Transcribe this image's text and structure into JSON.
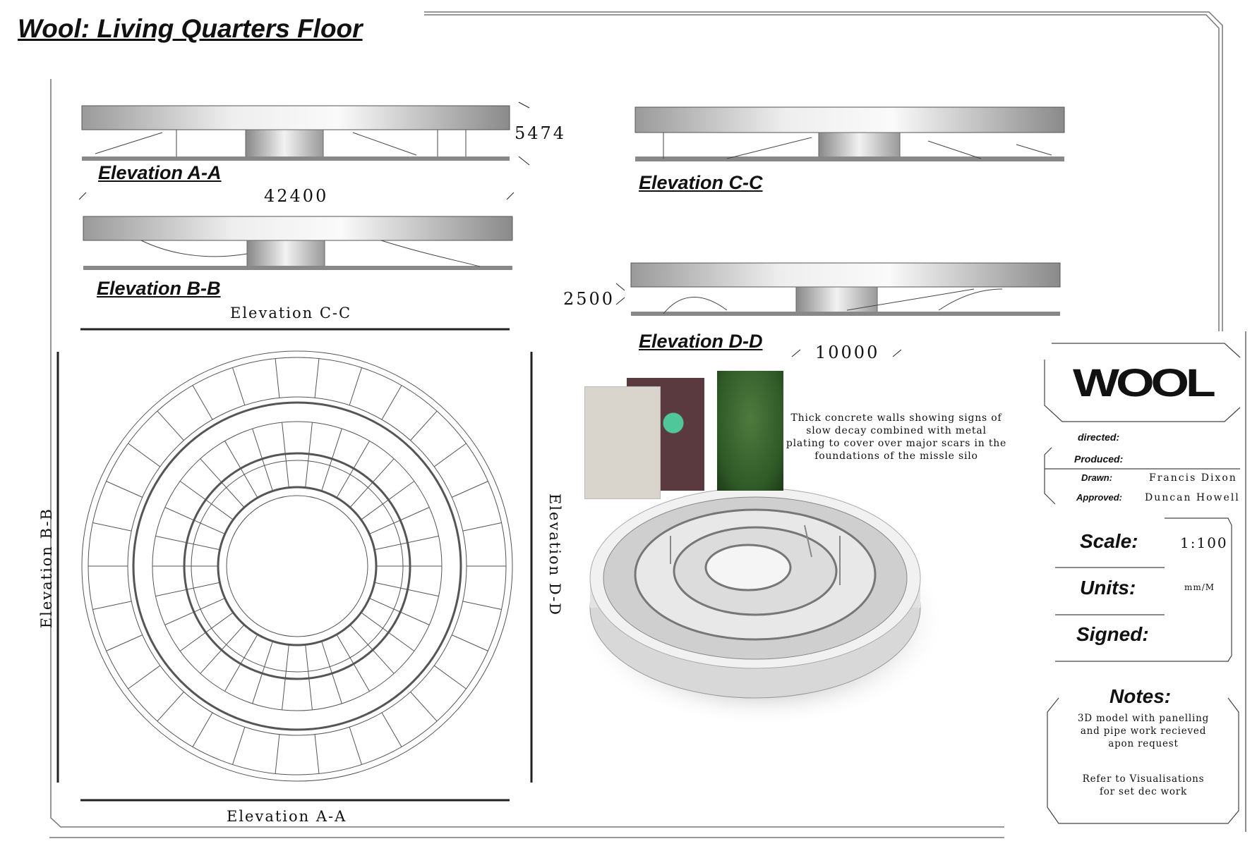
{
  "sheet": {
    "title": "Wool: Living Quarters Floor"
  },
  "elevations": {
    "a_label": "Elevation A-A",
    "b_label": "Elevation B-B",
    "c_label": "Elevation C-C",
    "d_label": "Elevation D-D"
  },
  "dimensions": {
    "height_a": "5474",
    "width_a": "42400",
    "height_d": "2500",
    "width_d": "10000"
  },
  "plan": {
    "top_label": "Elevation C-C",
    "bottom_label": "Elevation A-A",
    "left_label": "Elevation B-B",
    "right_label": "Elevation D-D"
  },
  "materials": {
    "description": "Thick concrete walls showing signs of slow decay combined with metal plating to cover over major scars in the foundations of the missle silo",
    "colors": {
      "concrete": "#d9d5cc",
      "rust": "#5a3a3e",
      "patina": "#4fc79a",
      "green": "#2f5a27"
    }
  },
  "title_block": {
    "logo": "WOOL",
    "directed_label": "directed:",
    "produced_label": "Produced:",
    "drawn_label": "Drawn:",
    "drawn_value": "Francis Dixon",
    "approved_label": "Approved:",
    "approved_value": "Duncan Howell",
    "scale_label": "Scale:",
    "scale_value": "1:100",
    "units_label": "Units:",
    "units_value": "mm/M",
    "signed_label": "Signed:",
    "notes_label": "Notes:",
    "notes_1": "3D model with panelling and pipe work recieved apon request",
    "notes_2": "Refer to Visualisations for set dec work"
  }
}
